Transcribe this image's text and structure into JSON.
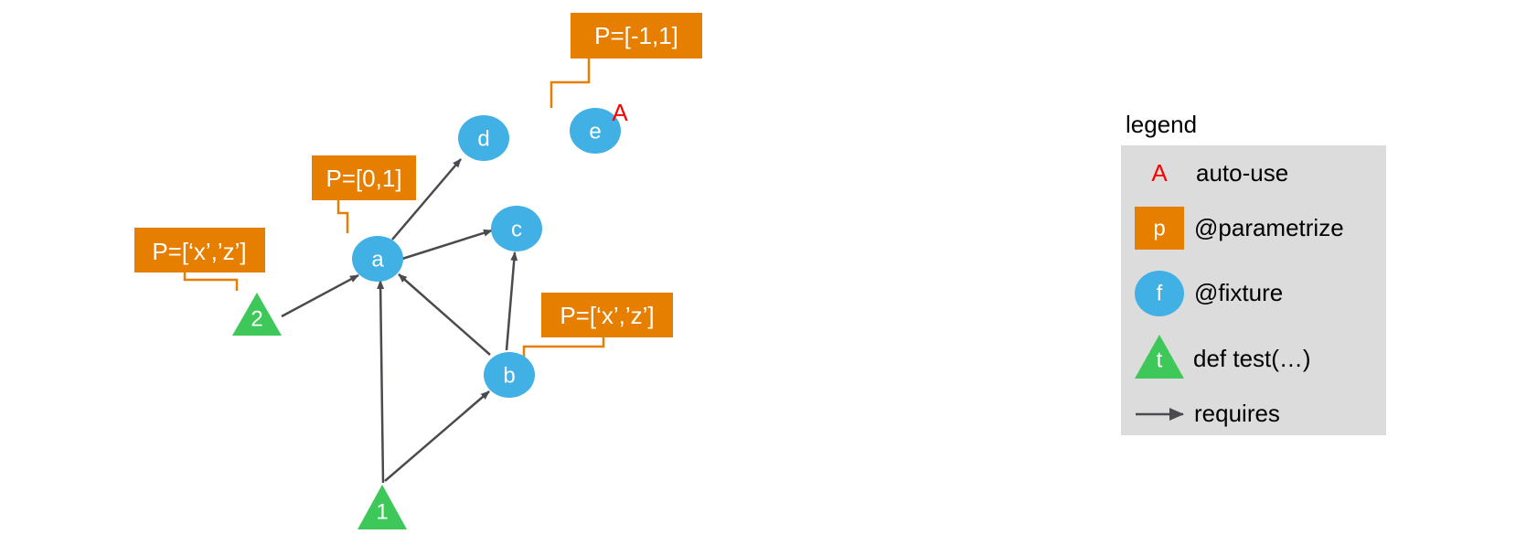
{
  "colors": {
    "fixture": "#41b0e4",
    "test": "#3fc85a",
    "parametrize": "#e67e00",
    "connector": "#e67e00",
    "arrow": "#4a4a4f",
    "autouse": "#ff0000",
    "legend_bg": "#dcdcdc"
  },
  "nodes": {
    "a": "a",
    "b": "b",
    "c": "c",
    "d": "d",
    "e": "e",
    "t1": "1",
    "t2": "2"
  },
  "params": {
    "a": "P=[0,1]",
    "b": "P=[‘x’,’z’]",
    "e": "P=[-1,1]",
    "t2": "P=[‘x’,’z’]"
  },
  "autouse_mark": "A",
  "legend": {
    "title": "legend",
    "autouse_symbol": "A",
    "autouse_label": "auto-use",
    "parametrize_symbol": "p",
    "parametrize_label": "@parametrize",
    "fixture_symbol": "f",
    "fixture_label": "@fixture",
    "test_symbol": "t",
    "test_label": "def test(…)",
    "requires_label": "requires"
  }
}
